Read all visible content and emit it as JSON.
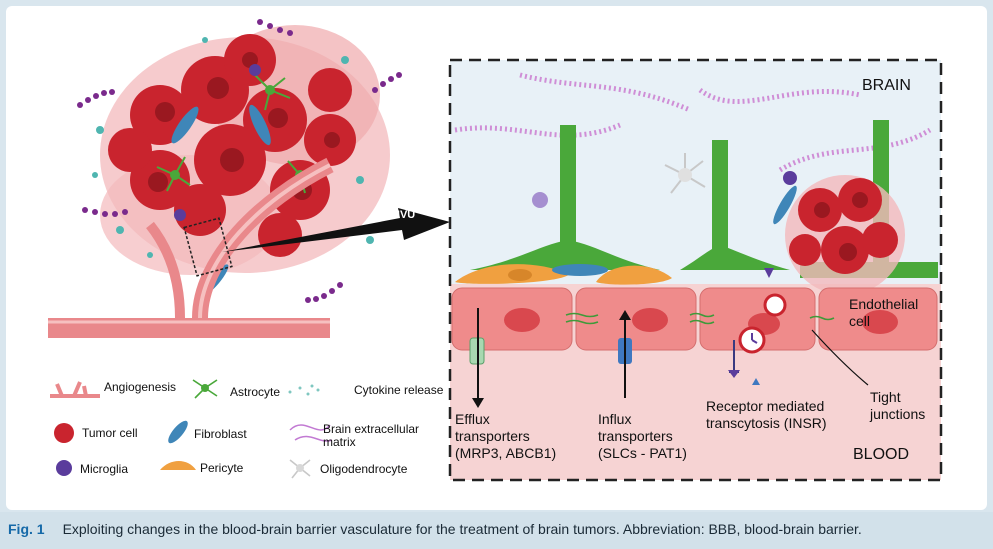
{
  "panel": {
    "nvu_label": "NVU",
    "brain_label": "BRAIN",
    "blood_label": "BLOOD",
    "endothelial_label_line1": "Endothelial",
    "endothelial_label_line2": "cell",
    "tight_line1": "Tight",
    "tight_line2": "junctions",
    "efflux_line1": "Efflux",
    "efflux_line2": "transporters",
    "efflux_line3": "(MRP3, ABCB1)",
    "influx_line1": "Influx",
    "influx_line2": "transporters",
    "influx_line3": "(SLCs - PAT1)",
    "rmt_line1": "Receptor mediated",
    "rmt_line2": "transcytosis (INSR)"
  },
  "legend": {
    "angiogenesis": "Angiogenesis",
    "astrocyte": "Astrocyte",
    "cytokine": "Cytokine release",
    "tumor": "Tumor cell",
    "fibroblast": "Fibroblast",
    "matrix_line1": "Brain extracellular",
    "matrix_line2": "matrix",
    "microglia": "Microglia",
    "pericyte": "Pericyte",
    "oligo": "Oligodendrocyte"
  },
  "caption": {
    "figure": "Fig. 1",
    "text": "Exploiting changes in the blood-brain barrier vasculature for the treatment of brain tumors. Abbreviation: BBB, blood-brain barrier."
  },
  "colors": {
    "tumor": "#c9242e",
    "endothelium": "#ef8b8b",
    "astrocyte": "#4aa83a",
    "pericyte": "#f0a040",
    "brain_bg": "#e8f1f7",
    "blood_bg": "#f6d3d3",
    "caption_accent": "#1569a8"
  }
}
